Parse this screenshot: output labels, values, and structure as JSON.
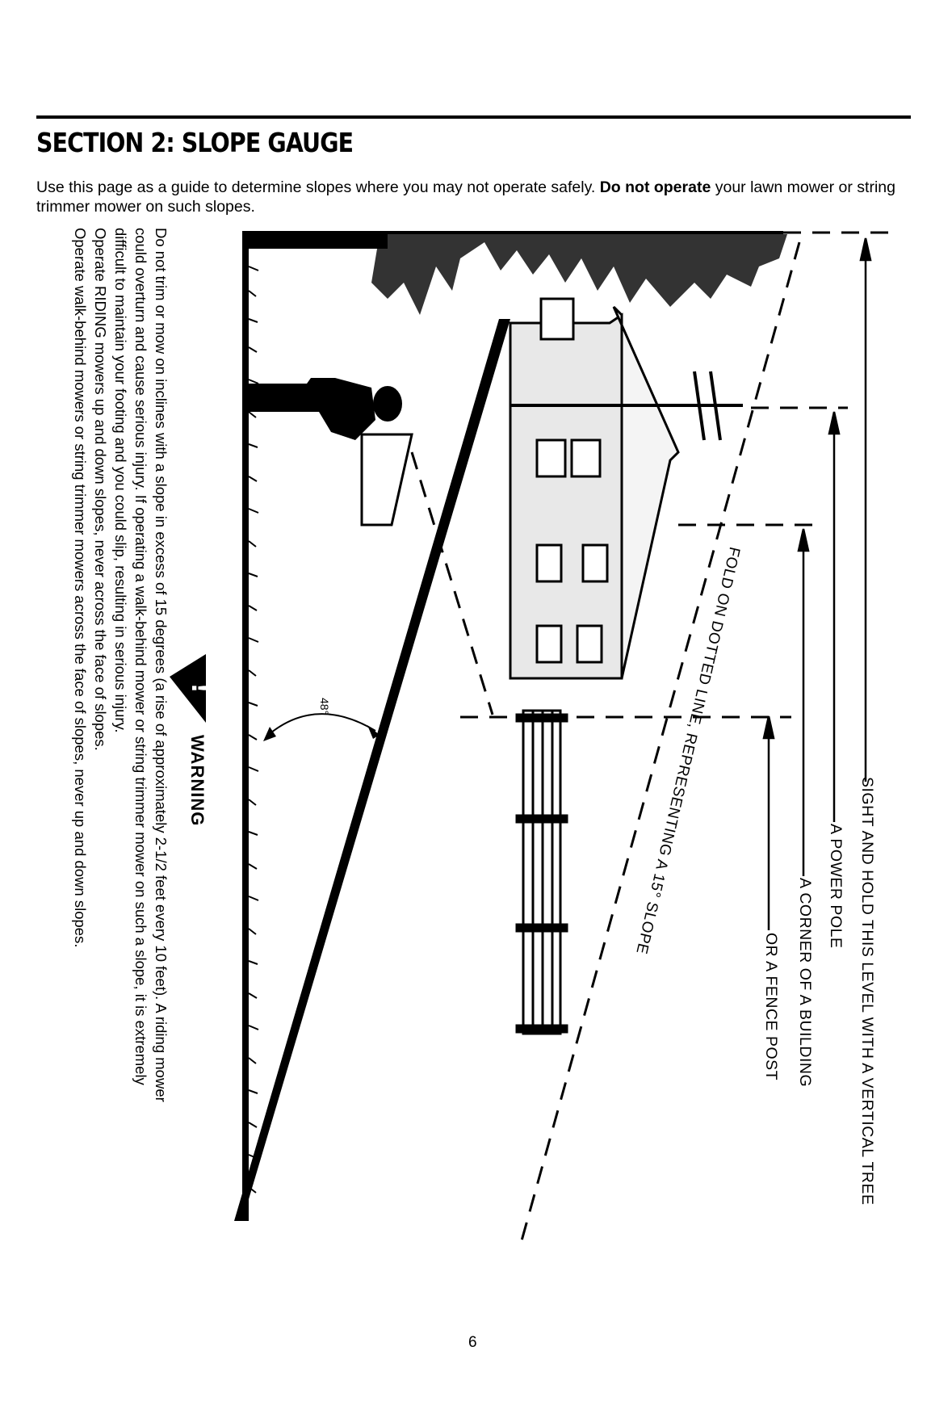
{
  "header": {
    "section_title": "SECTION 2:  SLOPE GAUGE",
    "intro_before": "Use this page as a guide to determine slopes where you may not operate safely. ",
    "intro_bold": "Do not operate",
    "intro_after": " your lawn mower or string trimmer mower on such slopes."
  },
  "warning": {
    "title": "WARNING",
    "lines": [
      "Do not trim or mow on inclines with a slope in excess of 15 degrees (a rise of approximately 2-1/2 feet every 10 feet). A riding mower",
      "could overturn and cause serious injury. If operating a walk-behind mower or string trimmer mower on such a slope, it is extremely",
      "difficult to maintain your footing and you could slip, resulting in serious injury.",
      "Operate RIDING mowers up and down slopes, never across the face of slopes.",
      "Operate walk-behind mowers or string trimmer mowers across the face of slopes, never up and down slopes."
    ]
  },
  "illustration": {
    "angle_label": "48°",
    "fold_label": "FOLD ON DOTTED LINE, REPRESENTING A 15° SLOPE",
    "sight_labels": [
      "SIGHT AND HOLD THIS LEVEL WITH A VERTICAL TREE",
      "A POWER POLE",
      "A CORNER OF A BUILDING",
      "OR A FENCE POST"
    ]
  },
  "footer": {
    "page_number": "6"
  }
}
